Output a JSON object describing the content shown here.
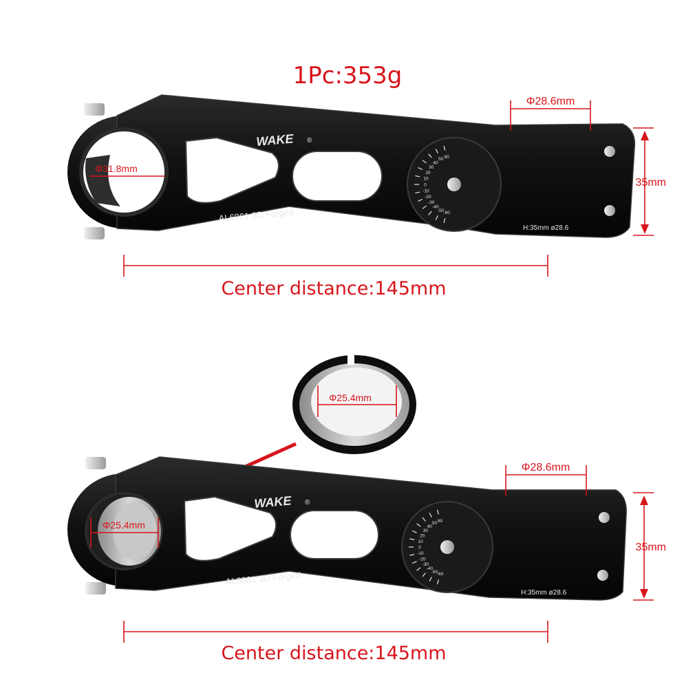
{
  "weight_label": "1Pc:353g",
  "colors": {
    "annotation": "#d8141b",
    "metal": "#141414",
    "metal_edge": "#3a3a3a",
    "bolt": "#cfcfcf"
  },
  "top_stem": {
    "brand": "WAKE",
    "brand_mark": "®",
    "material": "AL6061 3D Forged",
    "spec": "H:35mm  ø28.6",
    "handlebar_clamp": "Φ31.8mm",
    "steerer_clamp": "Φ28.6mm",
    "stack_height": "35mm",
    "center_distance": "Center distance:145mm"
  },
  "shim": {
    "label": "Φ25.4mm"
  },
  "bottom_stem": {
    "brand": "WAKE",
    "brand_mark": "®",
    "material": "AL6061 3D Forged",
    "spec": "H:35mm  ø28.6",
    "handlebar_clamp": "Φ25.4mm",
    "steerer_clamp": "Φ28.6mm",
    "stack_height": "35mm",
    "center_distance": "Center distance:145mm"
  },
  "dial_marks": [
    "-60",
    "-50",
    "-40",
    "-30",
    "-20",
    "-10",
    "0",
    "10",
    "20",
    "30",
    "40",
    "50",
    "60"
  ]
}
